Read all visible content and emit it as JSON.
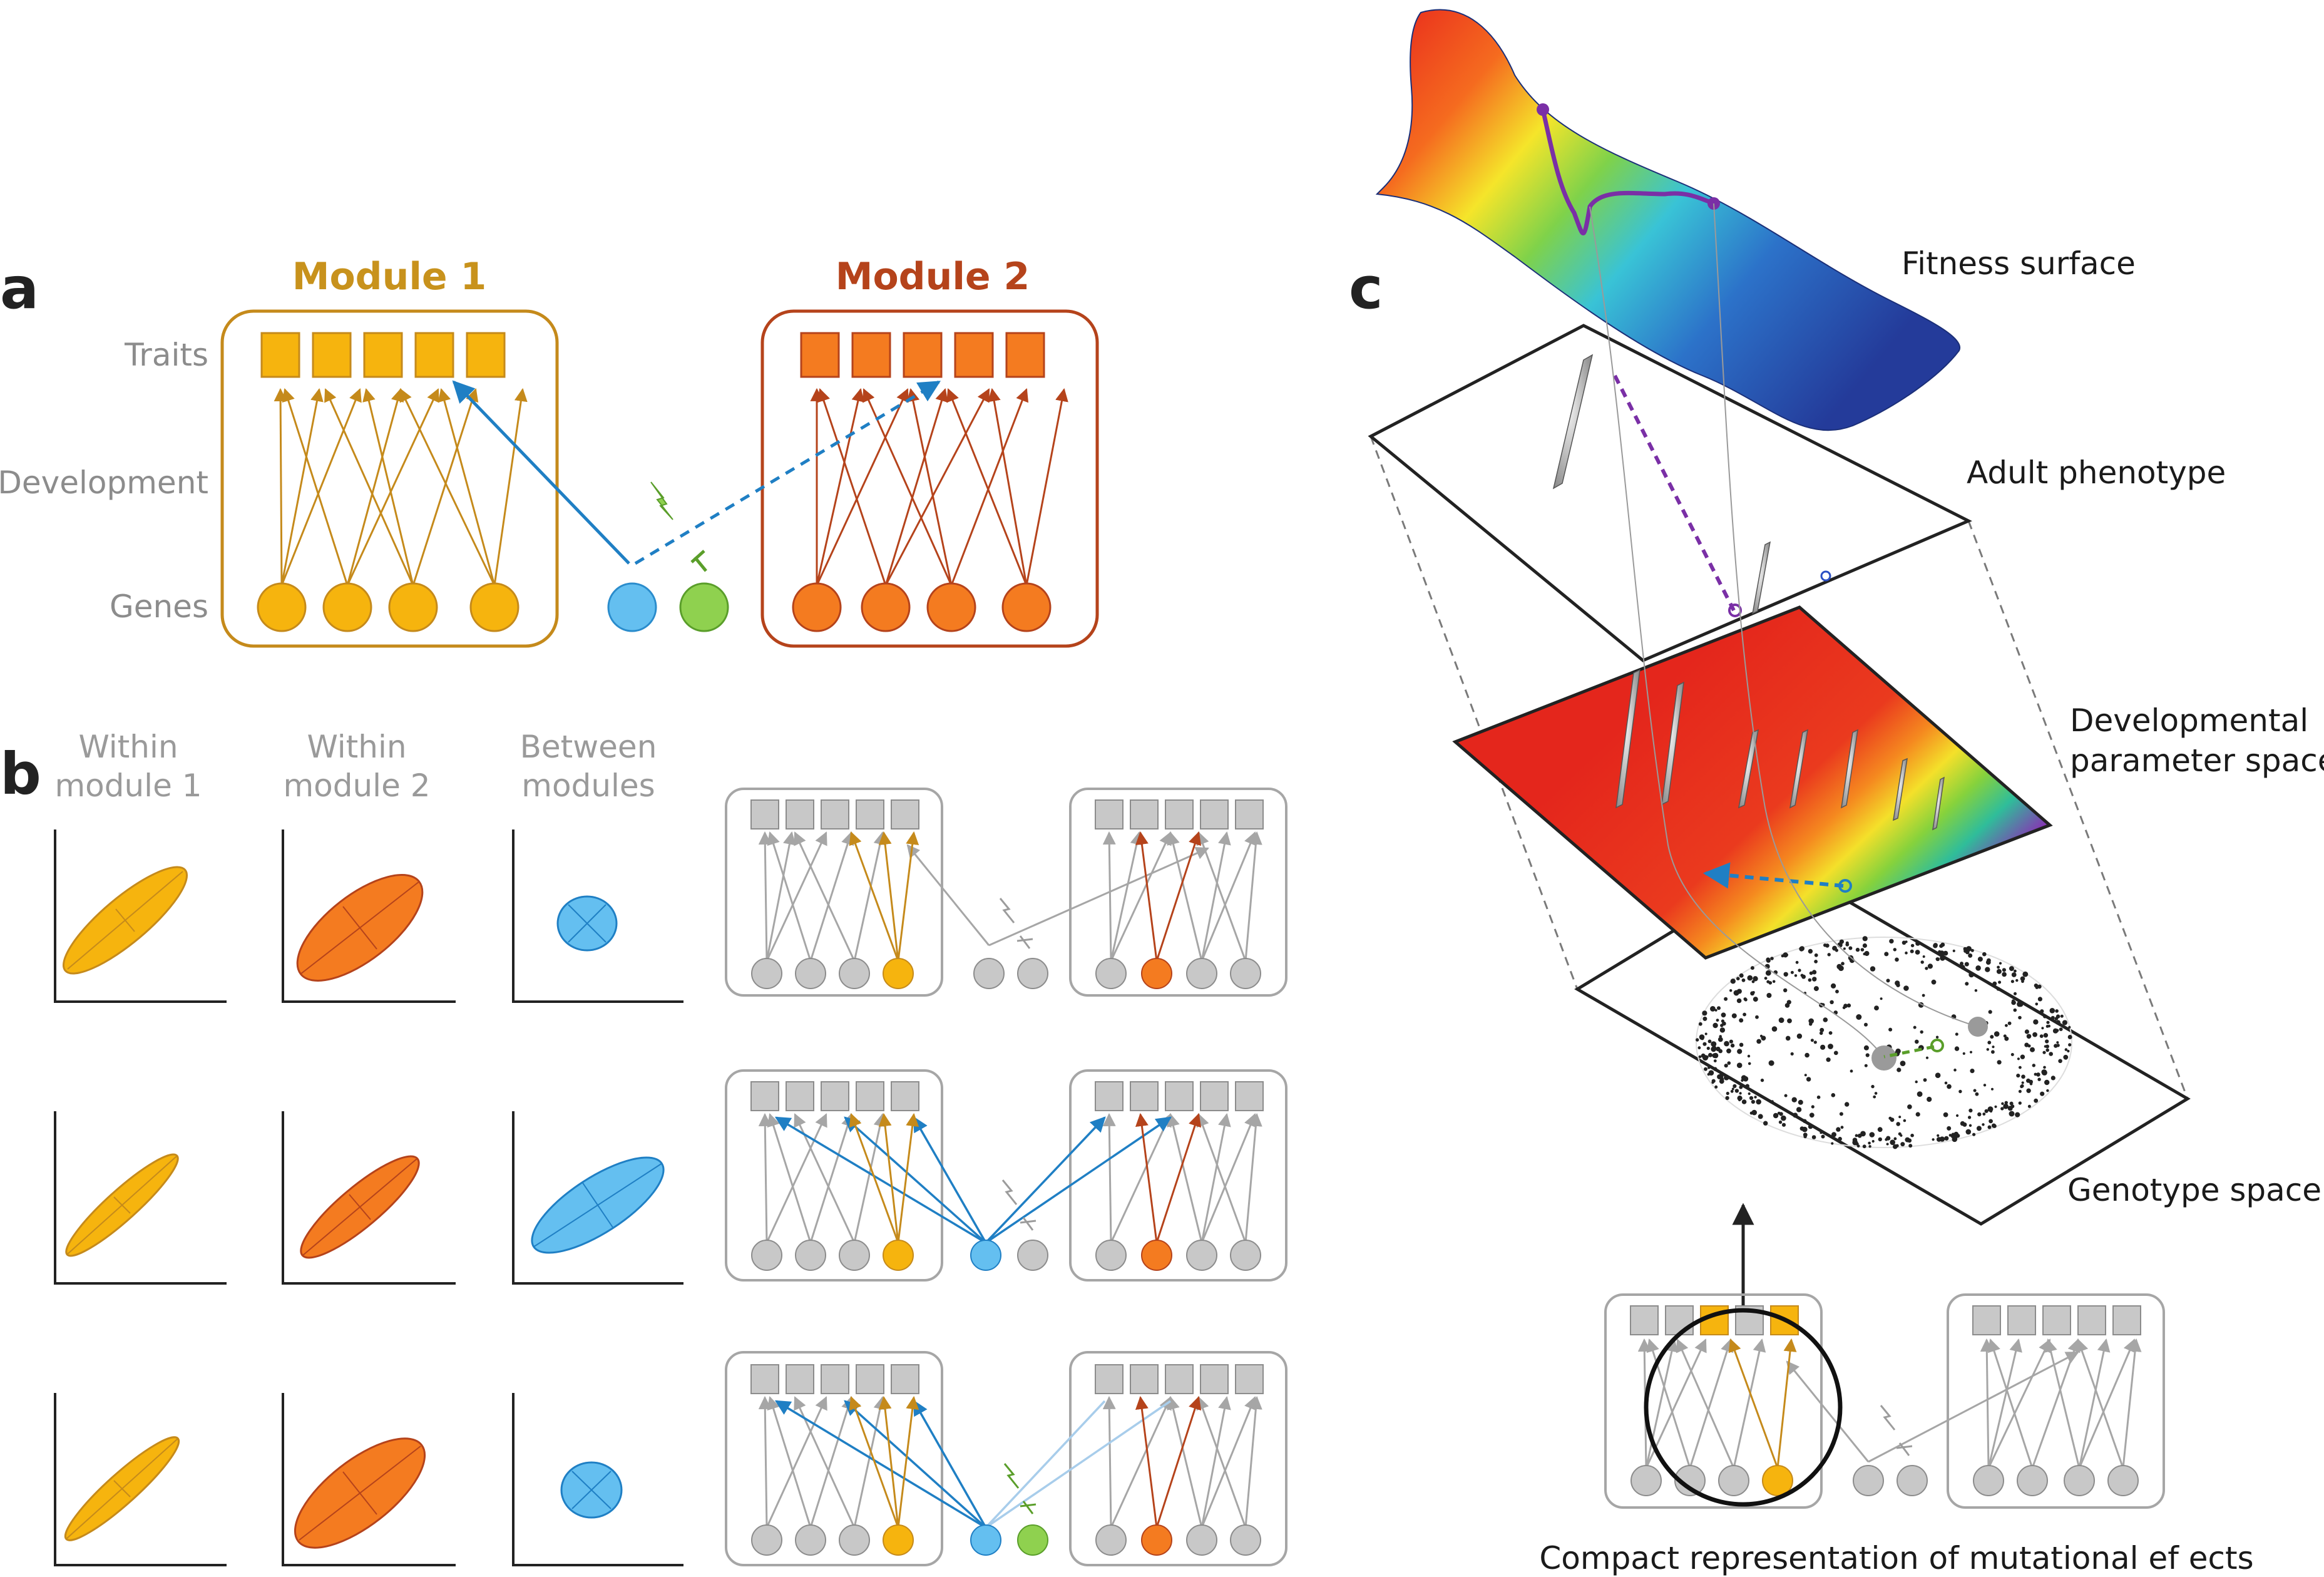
{
  "panel_a": {
    "letter": "a",
    "module1_title": "Module 1",
    "module2_title": "Module 2",
    "row_traits": "Traits",
    "row_development": "Development",
    "row_genes": "Genes"
  },
  "panel_b": {
    "letter": "b",
    "col1_line1": "Within",
    "col1_line2": "module 1",
    "col2_line1": "Within",
    "col2_line2": "module 2",
    "col3_line1": "Between",
    "col3_line2": "modules"
  },
  "panel_c": {
    "letter": "c",
    "fitness_surface": "Fitness surface",
    "adult_phenotype": "Adult phenotype",
    "dev_space_line1": "Developmental",
    "dev_space_line2": "parameter space",
    "genotype_space": "Genotype space",
    "compact_caption": "Compact representation of mutational ef ects"
  },
  "colors": {
    "module1_yellow": "#f6b40e",
    "module1_border": "#c58a1b",
    "module2_orange": "#f47b20",
    "module2_border": "#b5431b",
    "blue": "#64bff0",
    "green": "#8fd14f",
    "gray": "#c8c8c8"
  }
}
